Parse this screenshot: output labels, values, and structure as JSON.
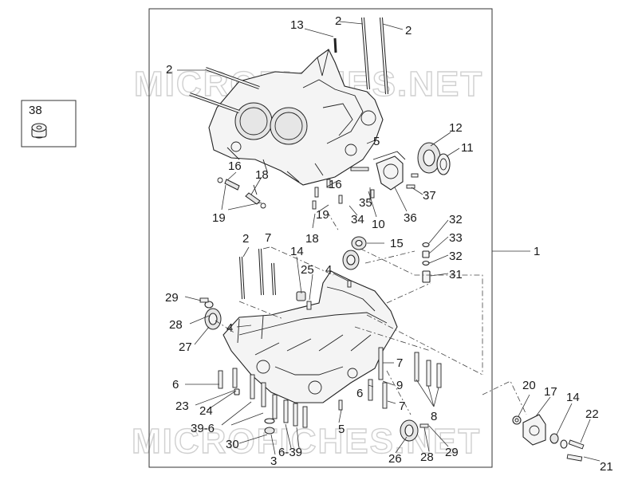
{
  "watermark": "MICROFICHES.NET",
  "callouts": {
    "c1": "1",
    "c2a": "2",
    "c2b": "2",
    "c2c": "2",
    "c2d": "2",
    "c3": "3",
    "c4a": "4",
    "c4b": "4",
    "c5a": "5",
    "c5b": "5",
    "c6a": "6",
    "c6b": "6",
    "c6_39a": "6-39",
    "c39_6": "39-6",
    "c7a": "7",
    "c7b": "7",
    "c7c": "7",
    "c8": "8",
    "c9": "9",
    "c10": "10",
    "c11": "11",
    "c12": "12",
    "c13": "13",
    "c14a": "14",
    "c14b": "14",
    "c15": "15",
    "c16a": "16",
    "c16b": "16",
    "c17": "17",
    "c18a": "18",
    "c18b": "18",
    "c19a": "19",
    "c19b": "19",
    "c20": "20",
    "c21": "21",
    "c22": "22",
    "c23": "23",
    "c24": "24",
    "c25": "25",
    "c26": "26",
    "c27": "27",
    "c28a": "28",
    "c28b": "28",
    "c29a": "29",
    "c29b": "29",
    "c30": "30",
    "c31": "31",
    "c32a": "32",
    "c32b": "32",
    "c33": "33",
    "c34": "34",
    "c35": "35",
    "c36": "36",
    "c37": "37",
    "c38": "38"
  }
}
